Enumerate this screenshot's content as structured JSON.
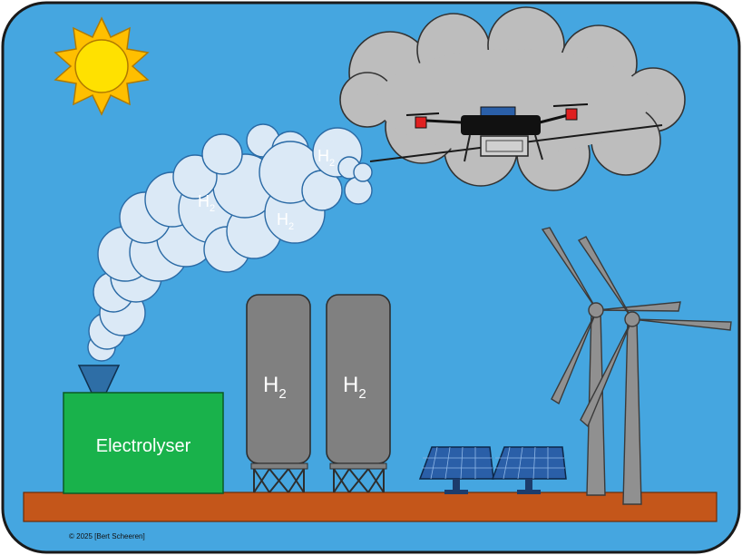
{
  "labels": {
    "electrolyser": "Electrolyser",
    "h2_main": "H",
    "h2_sub": "2",
    "copyright": "© 2025 [Bert Scheeren]"
  },
  "colors": {
    "sky": "#45a6e0",
    "ground": "#c4561a",
    "electrolyser": "#19b24b",
    "tank": "#808080",
    "cloud": "#bdbdbd",
    "sun": "#ffe100",
    "sun_rays": "#ffbf00",
    "steam": "#dbe9f6",
    "panel": "#2a5fa8",
    "turbine": "#909090",
    "funnel": "#2e6ea6"
  }
}
